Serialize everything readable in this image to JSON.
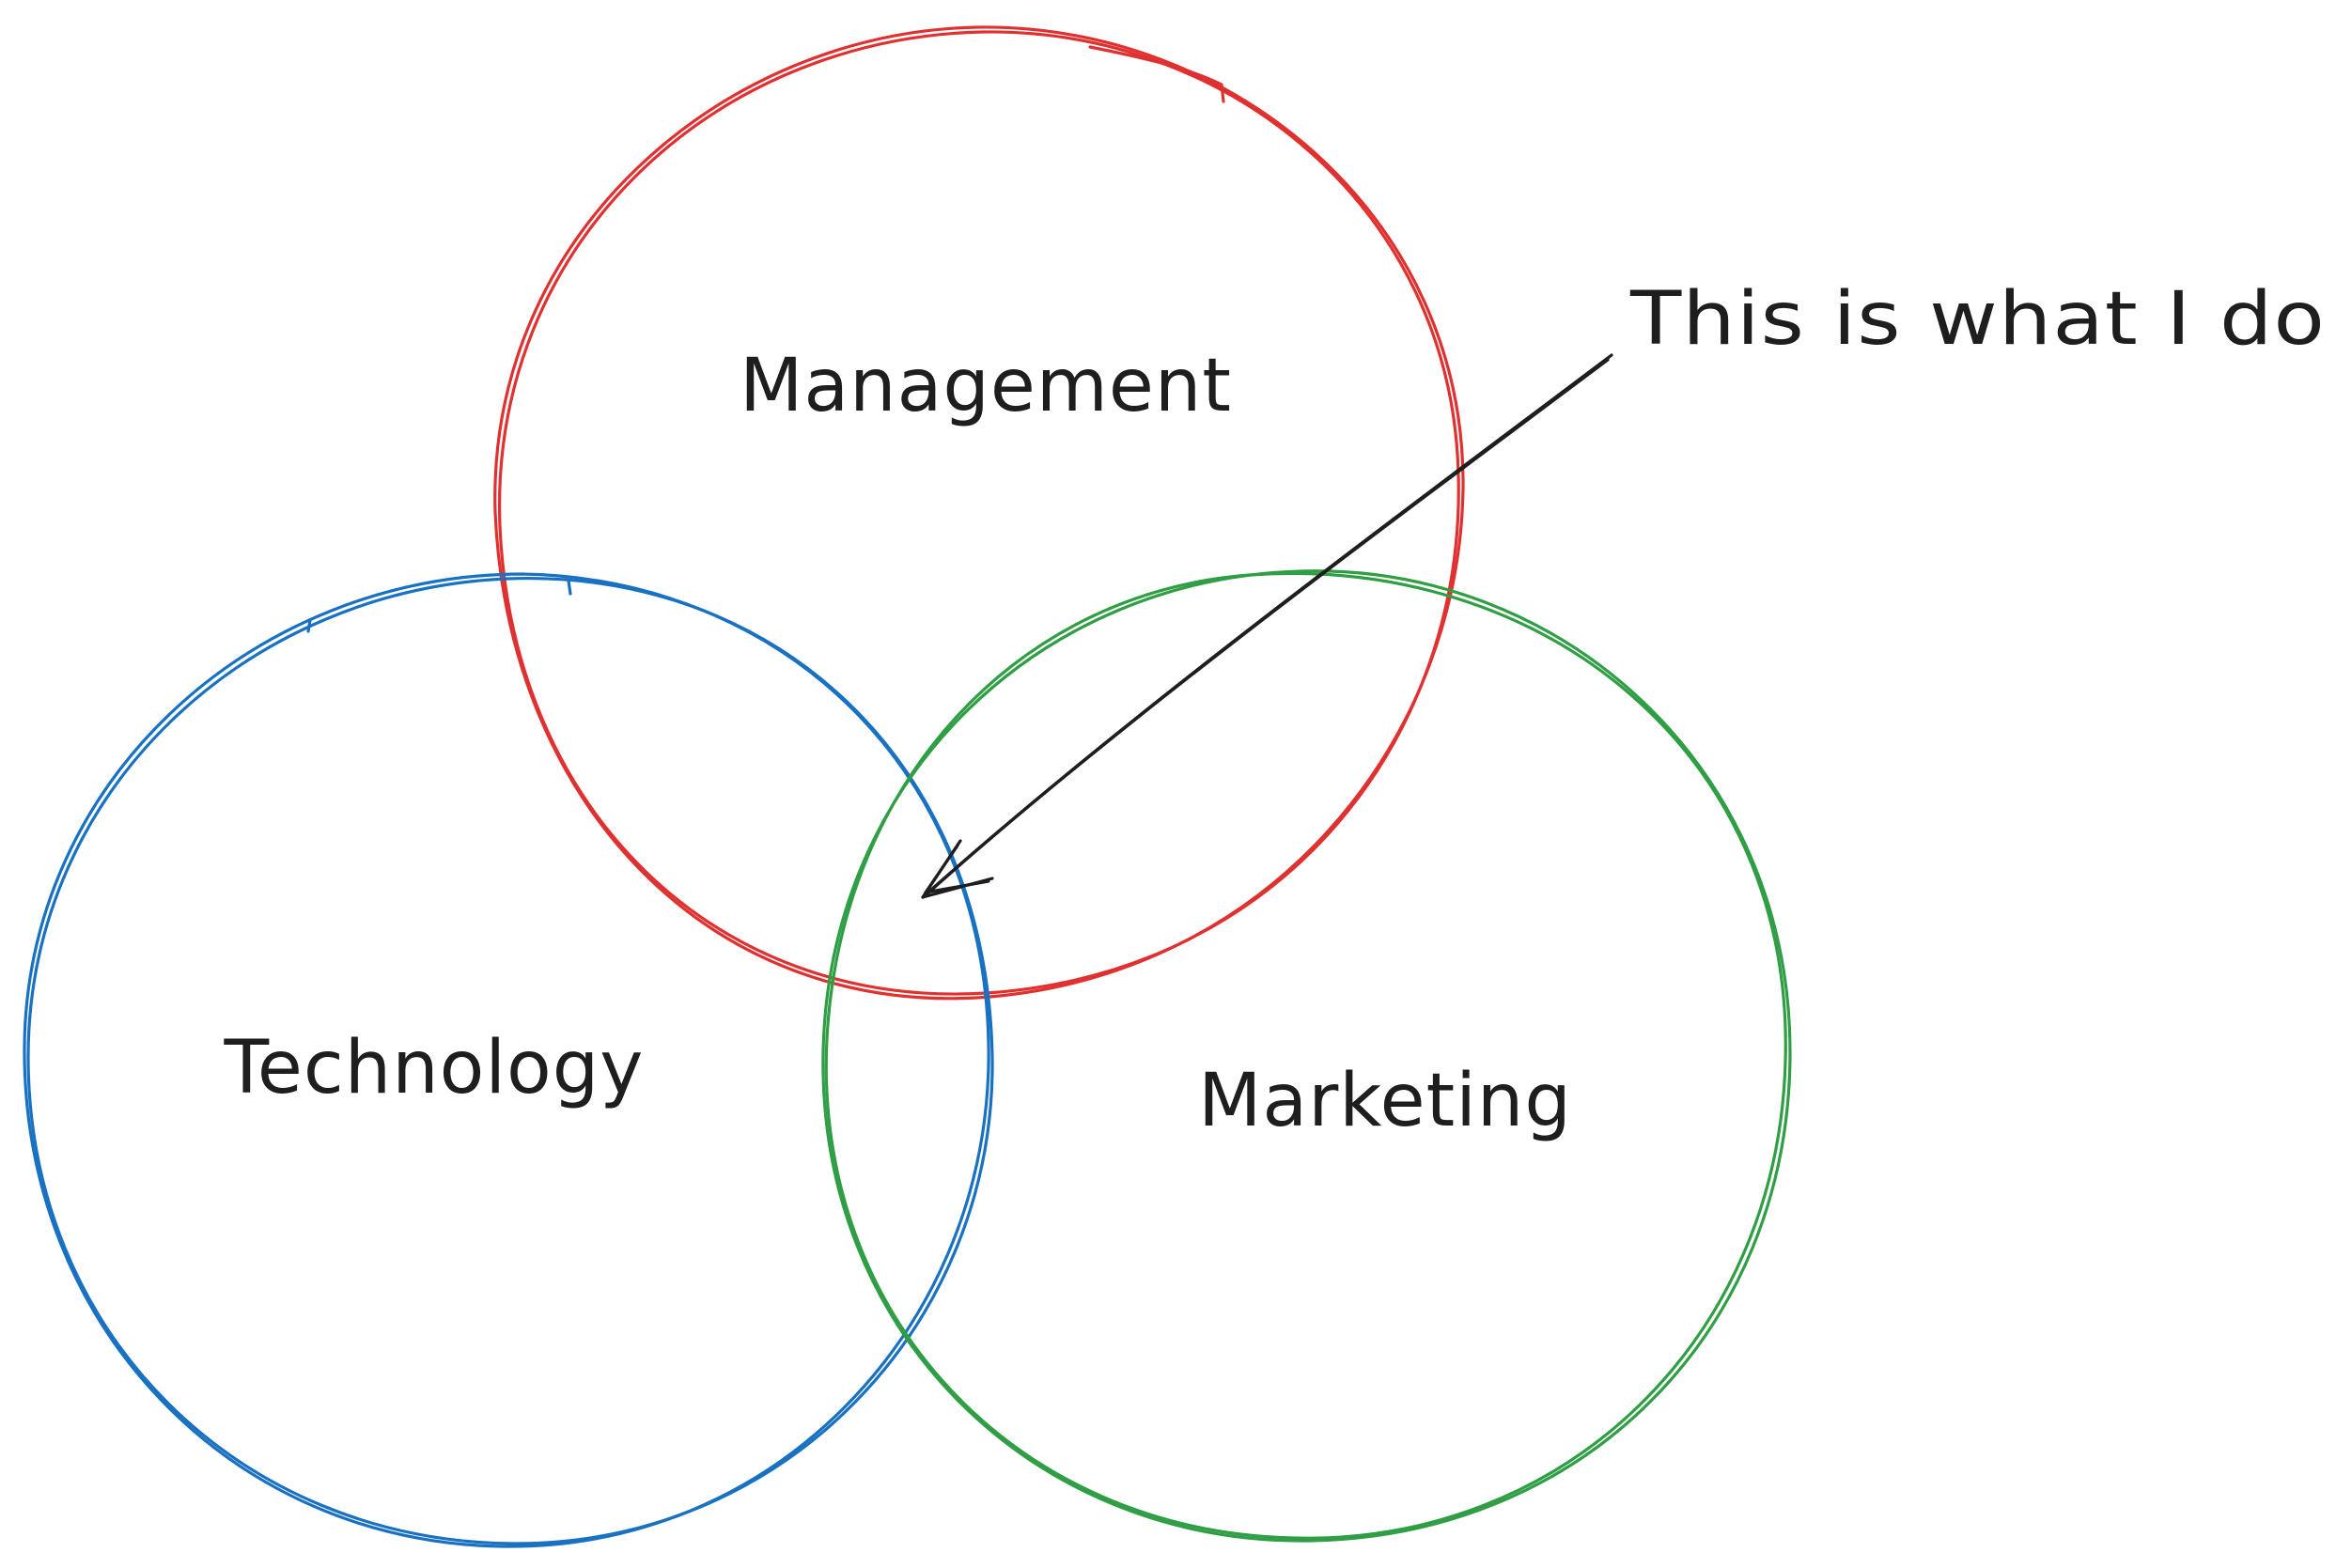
{
  "diagram": {
    "type": "venn",
    "circles": [
      {
        "id": "management",
        "label": "Management",
        "color": "#e03131"
      },
      {
        "id": "technology",
        "label": "Technology",
        "color": "#1971c2"
      },
      {
        "id": "marketing",
        "label": "Marketing",
        "color": "#2f9e44"
      }
    ],
    "annotation": {
      "label": "This is what I do",
      "color": "#1e1e1e",
      "points_to": "center intersection"
    }
  }
}
